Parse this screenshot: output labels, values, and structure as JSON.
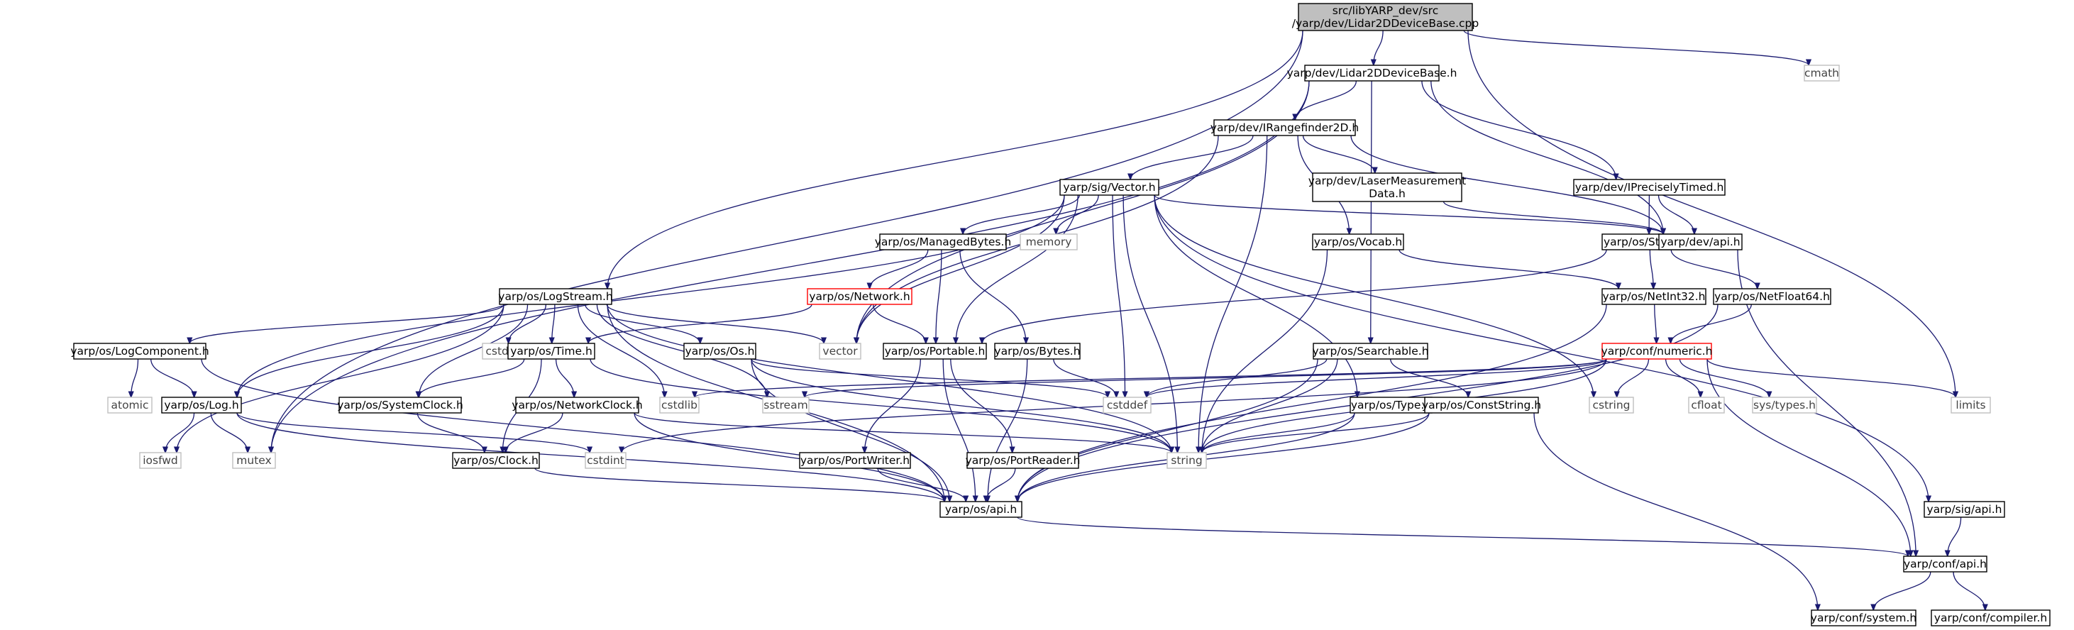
{
  "diagram": {
    "type": "include-dependency-graph",
    "edge_color": "#191970",
    "root_fill": "#bfbfbf",
    "highlight_border": "#ff0000",
    "external_border": "#bfbfbf",
    "nodes": [
      {
        "id": "root",
        "lines": [
          "src/libYARP_dev/src",
          "/yarp/dev/Lidar2DDeviceBase.cpp"
        ],
        "kind": "root"
      },
      {
        "id": "lidarh",
        "lines": [
          "yarp/dev/Lidar2DDeviceBase.h"
        ],
        "kind": "normal"
      },
      {
        "id": "cmath",
        "lines": [
          "cmath"
        ],
        "kind": "external"
      },
      {
        "id": "irange",
        "lines": [
          "yarp/dev/IRangefinder2D.h"
        ],
        "kind": "normal"
      },
      {
        "id": "vectorh",
        "lines": [
          "yarp/sig/Vector.h"
        ],
        "kind": "normal"
      },
      {
        "id": "laser",
        "lines": [
          "yarp/dev/LaserMeasurement",
          "Data.h"
        ],
        "kind": "normal"
      },
      {
        "id": "iprec",
        "lines": [
          "yarp/dev/IPreciselyTimed.h"
        ],
        "kind": "normal"
      },
      {
        "id": "memory",
        "lines": [
          "memory"
        ],
        "kind": "external"
      },
      {
        "id": "managed",
        "lines": [
          "yarp/os/ManagedBytes.h"
        ],
        "kind": "normal"
      },
      {
        "id": "vocab",
        "lines": [
          "yarp/os/Vocab.h"
        ],
        "kind": "normal"
      },
      {
        "id": "stamp",
        "lines": [
          "yarp/os/Stamp.h"
        ],
        "kind": "normal"
      },
      {
        "id": "devapi",
        "lines": [
          "yarp/dev/api.h"
        ],
        "kind": "normal"
      },
      {
        "id": "logstream",
        "lines": [
          "yarp/os/LogStream.h"
        ],
        "kind": "normal"
      },
      {
        "id": "network",
        "lines": [
          "yarp/os/Network.h"
        ],
        "kind": "highlight"
      },
      {
        "id": "netint",
        "lines": [
          "yarp/os/NetInt32.h"
        ],
        "kind": "normal"
      },
      {
        "id": "netfloat",
        "lines": [
          "yarp/os/NetFloat64.h"
        ],
        "kind": "normal"
      },
      {
        "id": "logcomp",
        "lines": [
          "yarp/os/LogComponent.h"
        ],
        "kind": "normal"
      },
      {
        "id": "cstdio",
        "lines": [
          "cstdio"
        ],
        "kind": "external"
      },
      {
        "id": "timeh",
        "lines": [
          "yarp/os/Time.h"
        ],
        "kind": "normal"
      },
      {
        "id": "os",
        "lines": [
          "yarp/os/Os.h"
        ],
        "kind": "normal"
      },
      {
        "id": "vector",
        "lines": [
          "vector"
        ],
        "kind": "external"
      },
      {
        "id": "portable",
        "lines": [
          "yarp/os/Portable.h"
        ],
        "kind": "normal"
      },
      {
        "id": "bytes",
        "lines": [
          "yarp/os/Bytes.h"
        ],
        "kind": "normal"
      },
      {
        "id": "searchable",
        "lines": [
          "yarp/os/Searchable.h"
        ],
        "kind": "normal"
      },
      {
        "id": "numeric",
        "lines": [
          "yarp/conf/numeric.h"
        ],
        "kind": "highlight"
      },
      {
        "id": "limits",
        "lines": [
          "limits"
        ],
        "kind": "external"
      },
      {
        "id": "atomic",
        "lines": [
          "atomic"
        ],
        "kind": "external"
      },
      {
        "id": "logh",
        "lines": [
          "yarp/os/Log.h"
        ],
        "kind": "normal"
      },
      {
        "id": "sysclock",
        "lines": [
          "yarp/os/SystemClock.h"
        ],
        "kind": "normal"
      },
      {
        "id": "netclock",
        "lines": [
          "yarp/os/NetworkClock.h"
        ],
        "kind": "normal"
      },
      {
        "id": "cstdlib",
        "lines": [
          "cstdlib"
        ],
        "kind": "external"
      },
      {
        "id": "sstream",
        "lines": [
          "sstream"
        ],
        "kind": "external"
      },
      {
        "id": "cstddef",
        "lines": [
          "cstddef"
        ],
        "kind": "external"
      },
      {
        "id": "typeh",
        "lines": [
          "yarp/os/Type.h"
        ],
        "kind": "normal"
      },
      {
        "id": "conststr",
        "lines": [
          "yarp/os/ConstString.h"
        ],
        "kind": "normal"
      },
      {
        "id": "cstring",
        "lines": [
          "cstring"
        ],
        "kind": "external"
      },
      {
        "id": "cfloat",
        "lines": [
          "cfloat"
        ],
        "kind": "external"
      },
      {
        "id": "systypes",
        "lines": [
          "sys/types.h"
        ],
        "kind": "external"
      },
      {
        "id": "iosfwd",
        "lines": [
          "iosfwd"
        ],
        "kind": "external"
      },
      {
        "id": "mutex",
        "lines": [
          "mutex"
        ],
        "kind": "external"
      },
      {
        "id": "cstdint",
        "lines": [
          "cstdint"
        ],
        "kind": "external"
      },
      {
        "id": "clock",
        "lines": [
          "yarp/os/Clock.h"
        ],
        "kind": "normal"
      },
      {
        "id": "string",
        "lines": [
          "string"
        ],
        "kind": "external"
      },
      {
        "id": "portwriter",
        "lines": [
          "yarp/os/PortWriter.h"
        ],
        "kind": "normal"
      },
      {
        "id": "portreader",
        "lines": [
          "yarp/os/PortReader.h"
        ],
        "kind": "normal"
      },
      {
        "id": "osapi",
        "lines": [
          "yarp/os/api.h"
        ],
        "kind": "normal"
      },
      {
        "id": "sigapi",
        "lines": [
          "yarp/sig/api.h"
        ],
        "kind": "normal"
      },
      {
        "id": "confapi",
        "lines": [
          "yarp/conf/api.h"
        ],
        "kind": "normal"
      },
      {
        "id": "system",
        "lines": [
          "yarp/conf/system.h"
        ],
        "kind": "normal"
      },
      {
        "id": "compiler",
        "lines": [
          "yarp/conf/compiler.h"
        ],
        "kind": "normal"
      }
    ],
    "edges": [
      [
        "root",
        "lidarh"
      ],
      [
        "root",
        "cmath"
      ],
      [
        "root",
        "logstream"
      ],
      [
        "root",
        "limits"
      ],
      [
        "root",
        "mutex"
      ],
      [
        "lidarh",
        "irange"
      ],
      [
        "lidarh",
        "iprec"
      ],
      [
        "lidarh",
        "devapi"
      ],
      [
        "lidarh",
        "vector"
      ],
      [
        "lidarh",
        "mutex"
      ],
      [
        "lidarh",
        "searchable"
      ],
      [
        "irange",
        "vectorh"
      ],
      [
        "irange",
        "laser"
      ],
      [
        "irange",
        "vocab"
      ],
      [
        "irange",
        "devapi"
      ],
      [
        "irange",
        "vector"
      ],
      [
        "irange",
        "string"
      ],
      [
        "laser",
        "devapi"
      ],
      [
        "iprec",
        "stamp"
      ],
      [
        "iprec",
        "devapi"
      ],
      [
        "vectorh",
        "managed"
      ],
      [
        "vectorh",
        "memory"
      ],
      [
        "vectorh",
        "portable"
      ],
      [
        "vectorh",
        "vector"
      ],
      [
        "vectorh",
        "string"
      ],
      [
        "vectorh",
        "cstddef"
      ],
      [
        "vectorh",
        "typeh"
      ],
      [
        "vectorh",
        "cstring"
      ],
      [
        "vectorh",
        "sigapi"
      ],
      [
        "vectorh",
        "logh"
      ],
      [
        "vectorh",
        "devapi"
      ],
      [
        "managed",
        "network"
      ],
      [
        "managed",
        "portable"
      ],
      [
        "managed",
        "bytes"
      ],
      [
        "network",
        "portable"
      ],
      [
        "network",
        "timeh"
      ],
      [
        "vocab",
        "netint"
      ],
      [
        "vocab",
        "string"
      ],
      [
        "stamp",
        "netint"
      ],
      [
        "stamp",
        "netfloat"
      ],
      [
        "stamp",
        "portable"
      ],
      [
        "netint",
        "numeric"
      ],
      [
        "netint",
        "osapi"
      ],
      [
        "netfloat",
        "numeric"
      ],
      [
        "netfloat",
        "osapi"
      ],
      [
        "devapi",
        "confapi"
      ],
      [
        "logstream",
        "logcomp"
      ],
      [
        "logstream",
        "logh"
      ],
      [
        "logstream",
        "cstdio"
      ],
      [
        "logstream",
        "timeh"
      ],
      [
        "logstream",
        "os"
      ],
      [
        "logstream",
        "vector"
      ],
      [
        "logstream",
        "sysclock"
      ],
      [
        "logstream",
        "cstdlib"
      ],
      [
        "logstream",
        "sstream"
      ],
      [
        "logstream",
        "string"
      ],
      [
        "logstream",
        "iosfwd"
      ],
      [
        "logstream",
        "osapi"
      ],
      [
        "logcomp",
        "atomic"
      ],
      [
        "logcomp",
        "logh"
      ],
      [
        "logcomp",
        "osapi"
      ],
      [
        "logh",
        "iosfwd"
      ],
      [
        "logh",
        "mutex"
      ],
      [
        "logh",
        "cstdint"
      ],
      [
        "logh",
        "osapi"
      ],
      [
        "timeh",
        "sysclock"
      ],
      [
        "timeh",
        "netclock"
      ],
      [
        "timeh",
        "clock"
      ],
      [
        "timeh",
        "string"
      ],
      [
        "os",
        "cstddef"
      ],
      [
        "os",
        "string"
      ],
      [
        "os",
        "osapi"
      ],
      [
        "sysclock",
        "clock"
      ],
      [
        "netclock",
        "clock"
      ],
      [
        "netclock",
        "string"
      ],
      [
        "netclock",
        "osapi"
      ],
      [
        "clock",
        "osapi"
      ],
      [
        "portable",
        "portwriter"
      ],
      [
        "portable",
        "portreader"
      ],
      [
        "portable",
        "osapi"
      ],
      [
        "bytes",
        "cstddef"
      ],
      [
        "bytes",
        "osapi"
      ],
      [
        "portwriter",
        "osapi"
      ],
      [
        "portreader",
        "osapi"
      ],
      [
        "searchable",
        "cstddef"
      ],
      [
        "searchable",
        "string"
      ],
      [
        "searchable",
        "conststr"
      ],
      [
        "searchable",
        "osapi"
      ],
      [
        "numeric",
        "limits"
      ],
      [
        "numeric",
        "cstring"
      ],
      [
        "numeric",
        "cfloat"
      ],
      [
        "numeric",
        "systypes"
      ],
      [
        "numeric",
        "string"
      ],
      [
        "numeric",
        "sstream"
      ],
      [
        "numeric",
        "cstdlib"
      ],
      [
        "numeric",
        "cstddef"
      ],
      [
        "numeric",
        "cstdint"
      ],
      [
        "numeric",
        "confapi"
      ],
      [
        "typeh",
        "string"
      ],
      [
        "typeh",
        "osapi"
      ],
      [
        "conststr",
        "string"
      ],
      [
        "conststr",
        "osapi"
      ],
      [
        "conststr",
        "system"
      ],
      [
        "osapi",
        "confapi"
      ],
      [
        "sigapi",
        "confapi"
      ],
      [
        "confapi",
        "system"
      ],
      [
        "confapi",
        "compiler"
      ]
    ]
  }
}
